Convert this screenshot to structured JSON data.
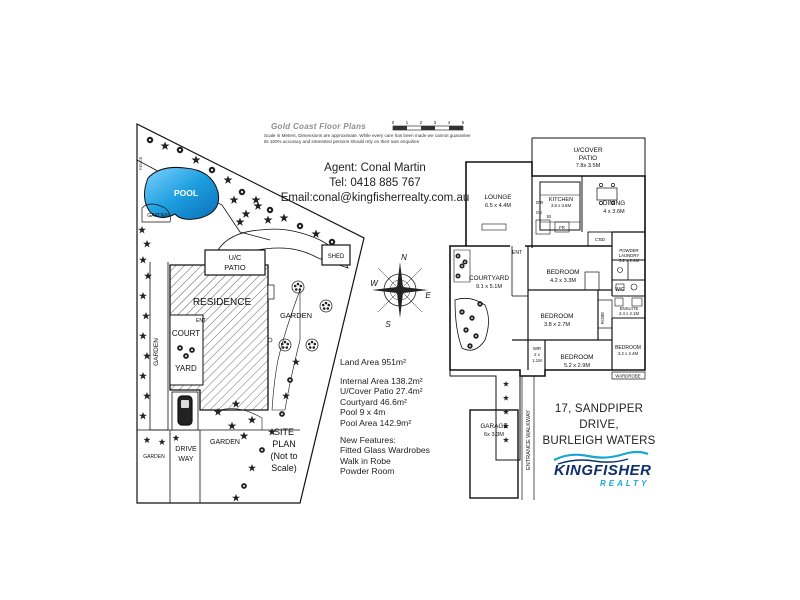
{
  "brand": {
    "name": "Gold Coast Floor Plans",
    "scale_ticks": [
      "0",
      "1",
      "2",
      "3",
      "4",
      "5"
    ],
    "disclaimer": "Scale in Meters, Dimensions are approximate. While every care has been made we cannot guarantee its 100% accuracy and interested persons should rely on their own enquiries"
  },
  "agent": {
    "name": "Agent: Conal Martin",
    "tel": "Tel: 0418 885 767",
    "email": "Email:conal@kingfisherrealty.com.au"
  },
  "site_plan": {
    "pool": "POOL",
    "fence": "FENCE",
    "garden_top": "GARDEN",
    "uc_patio_1": "U/C",
    "uc_patio_2": "PATIO",
    "shed": "SHED",
    "residence": "RESIDENCE",
    "ent": "ENT",
    "court": "COURT",
    "yard": "YARD",
    "garden_left": "GARDEN",
    "garden_right": "GARDEN",
    "garden_bottom": "GARDEN",
    "garden_bottom_left": "GARDEN",
    "drive_1": "DRIVE",
    "drive_2": "WAY",
    "title_1": "SITE",
    "title_2": "PLAN",
    "title_3": "(Not to",
    "title_4": "Scale)"
  },
  "compass": {
    "n": "N",
    "e": "E",
    "s": "S",
    "w": "W"
  },
  "facts": {
    "land_area": "Land Area 951m²",
    "internal_area": "Internal Area 138.2m²",
    "uc_patio": "U/Cover Patio 27.4m²",
    "courtyard": "Courtyard 46.6m²",
    "pool": "Pool 9 x 4m",
    "pool_area": "Pool Area 142.9m²",
    "features_title": "New Features:",
    "features": [
      "Fitted Glass Wardrobes",
      "Walk in Robe",
      "Powder Room"
    ]
  },
  "floor_plan": {
    "patio_name_1": "U/COVER",
    "patio_name_2": "PATIO",
    "patio_dim": "7.8x 3.5M",
    "lounge": "LOUNGE",
    "lounge_dim": "6.5 x 4.4M",
    "kitchen": "KITCHEN",
    "kitchen_dim": "3.8 x 3.6M",
    "dining": "DINING",
    "dining_dim": "4 x 3.6M",
    "dw": "DW",
    "ov": "OV",
    "fr": "FR",
    "bi": "BI",
    "cbd": "C'BD",
    "ent": "ENT",
    "powder_1": "POWDER",
    "powder_2": "LAUNDRY",
    "powder_dim": "3.2 x 2.4M",
    "wc": "W/C",
    "ensuite": "ENSUITE",
    "ensuite_dim": "2.4 x 2.1M",
    "courtyard": "COURTYARD",
    "courtyard_dim": "9.1 x 5.1M",
    "bed1": "BEDROOM",
    "bed1_dim": "4.2 x 3.3M",
    "bed2": "BEDROOM",
    "bed2_dim": "3.8 x 2.7M",
    "bed3": "BEDROOM",
    "bed3_dim": "5.2 x 2.9M",
    "bed4": "BEDROOM",
    "bed4_dim": "3.2 x 2.4M",
    "wir_1": "WIR",
    "wir_2": "2 x",
    "wir_3": "1.1M",
    "robe": "ROBE",
    "wardrobe": "WARDROBE",
    "garage": "GARAGE",
    "garage_dim": "6x 3.3M",
    "walkway": "ENTRANCE WALKWAY"
  },
  "address": {
    "line1": "17, SANDPIPER DRIVE,",
    "line2": "BURLEIGH WATERS"
  },
  "logo": {
    "main": "KINGFISHER",
    "sub": "REALTY"
  },
  "colors": {
    "pool_blue": "#1e9fe0",
    "logo_navy": "#0d2f6b",
    "logo_cyan": "#16a9cf"
  }
}
